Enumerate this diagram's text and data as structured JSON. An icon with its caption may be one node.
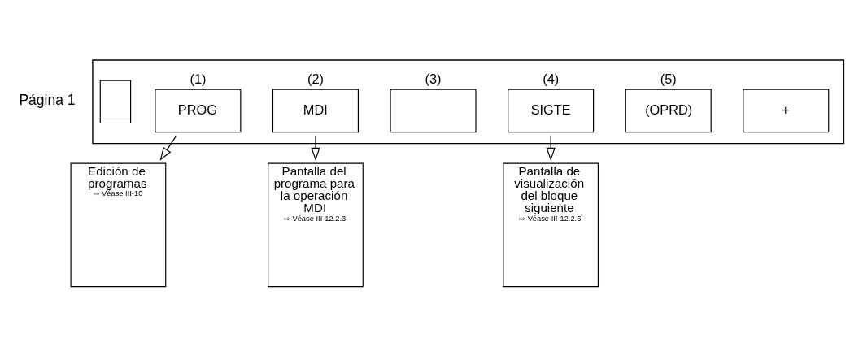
{
  "diagram": {
    "nodes": [
      {
        "text": [],
        "shape": "box",
        "beside": [
          "Página 1"
        ]
      },
      {
        "text": [],
        "shape": "box",
        "in": 0
      },
      {
        "text": [
          "PROG"
        ],
        "in": 0,
        "beside": [
          "(1)"
        ]
      },
      {
        "text": [
          "MDI"
        ],
        "in": 0,
        "beside": [
          "(2)"
        ]
      },
      {
        "text": [],
        "shape": "box",
        "in": 0,
        "beside": [
          "(3)"
        ]
      },
      {
        "text": [
          "SIGTE"
        ],
        "in": 0,
        "beside": [
          "(4)"
        ]
      },
      {
        "text": [
          "(OPRD)"
        ],
        "in": 0,
        "beside": [
          "(5)"
        ]
      },
      {
        "text": [
          "+"
        ],
        "in": 0
      },
      {
        "text": [
          "Edición de programas",
          "⇨ Véase III-10"
        ]
      },
      {
        "text": [
          "Pantalla del programa para la operación MDI",
          "⇨ Véase III-12.2.3"
        ]
      },
      {
        "text": [
          "Pantalla de visualización del bloque siguiente",
          "⇨ Véase III-12.2.5"
        ]
      }
    ],
    "edges": [
      {
        "from": 2,
        "to": 8,
        "arrow": "to"
      },
      {
        "from": 3,
        "to": 9,
        "arrow": "to"
      },
      {
        "from": 5,
        "to": 10,
        "arrow": "to"
      }
    ]
  }
}
